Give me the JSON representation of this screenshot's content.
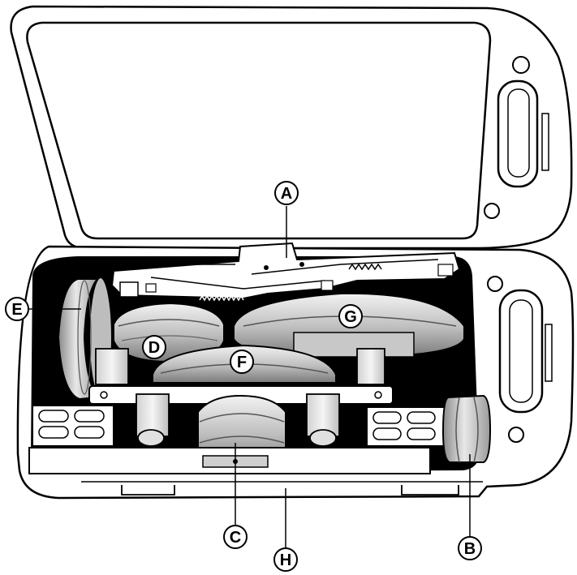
{
  "diagram": {
    "callouts": {
      "A": "A",
      "B": "B",
      "C": "C",
      "D": "D",
      "E": "E",
      "F": "F",
      "G": "G",
      "H": "H"
    },
    "colors": {
      "outline": "#000000",
      "case_fill": "#ffffff",
      "foam": "#000000",
      "metal_light": "#e4e4e4",
      "metal_mid": "#b8b8b8",
      "metal_dark": "#7a7a7a"
    }
  }
}
